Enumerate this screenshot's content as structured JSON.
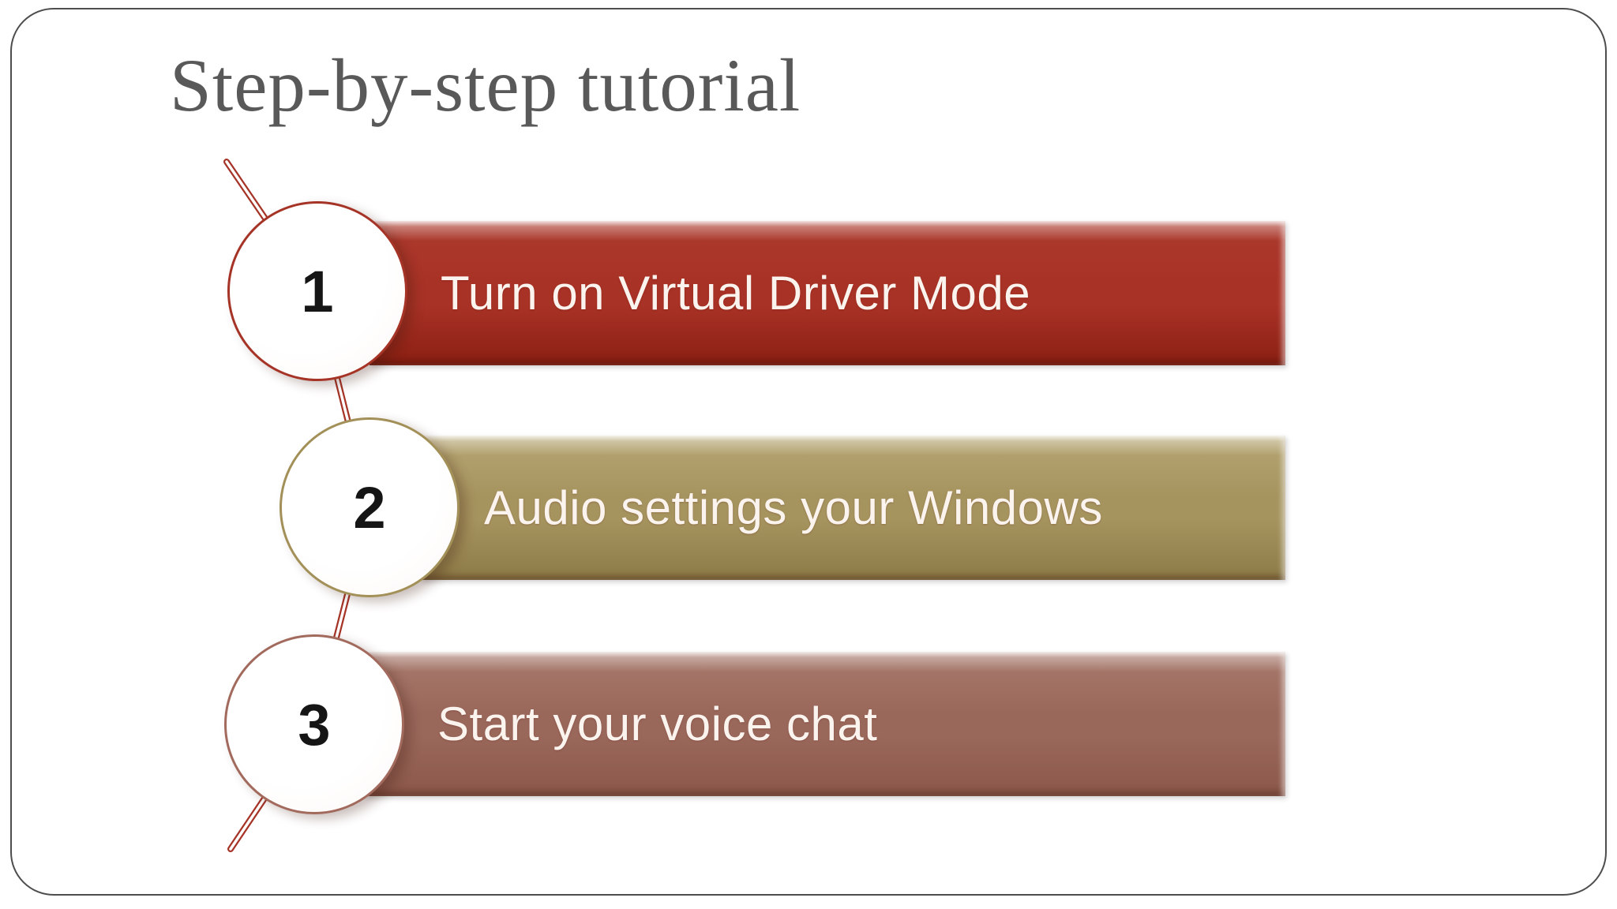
{
  "slide": {
    "title": "Step-by-step tutorial",
    "title_color": "#595959",
    "card_border_color": "#4d4d4d",
    "connector_color": "#a53427",
    "steps": [
      {
        "number": "1",
        "label": "Turn on Virtual Driver Mode",
        "colors": {
          "bar_top": "#ab3a2d",
          "bar_mid": "#a93226",
          "bar_bottom": "#8a1f12",
          "circle_border": "#a53427"
        }
      },
      {
        "number": "2",
        "label": "Audio settings your Windows",
        "colors": {
          "bar_top": "#b6a673",
          "bar_mid": "#a6945f",
          "bar_bottom": "#8d7b47",
          "circle_border": "#a29058"
        }
      },
      {
        "number": "3",
        "label": "Start your voice chat",
        "colors": {
          "bar_top": "#a87a6d",
          "bar_mid": "#9a685b",
          "bar_bottom": "#8a5749",
          "circle_border": "#a26a5d"
        }
      }
    ]
  }
}
